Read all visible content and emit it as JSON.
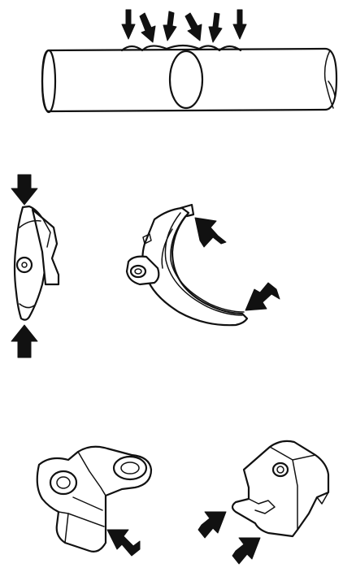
{
  "figure": {
    "panels": [
      {
        "id": "rod",
        "icon": "cylinder-rod-drawing",
        "arrow_count": 6
      },
      {
        "id": "lever-side",
        "icon": "lever-side-view-drawing",
        "arrow_count": 2
      },
      {
        "id": "curved-arm",
        "icon": "curved-shift-fork-drawing",
        "arrow_count": 2
      },
      {
        "id": "rocker-arm-left",
        "icon": "rocker-arm-drawing",
        "arrow_count": 1
      },
      {
        "id": "rocker-arm-right",
        "icon": "rocker-arm-drawing",
        "arrow_count": 2
      }
    ],
    "ink_color": "#111111",
    "paper_color": "#ffffff"
  }
}
